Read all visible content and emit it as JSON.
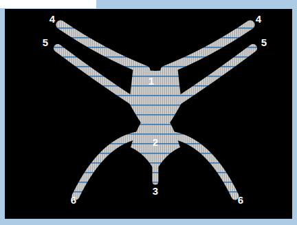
{
  "diagram": {
    "labels": [
      "4",
      "4",
      "5",
      "5",
      "1",
      "2",
      "3",
      "6",
      "6"
    ]
  }
}
